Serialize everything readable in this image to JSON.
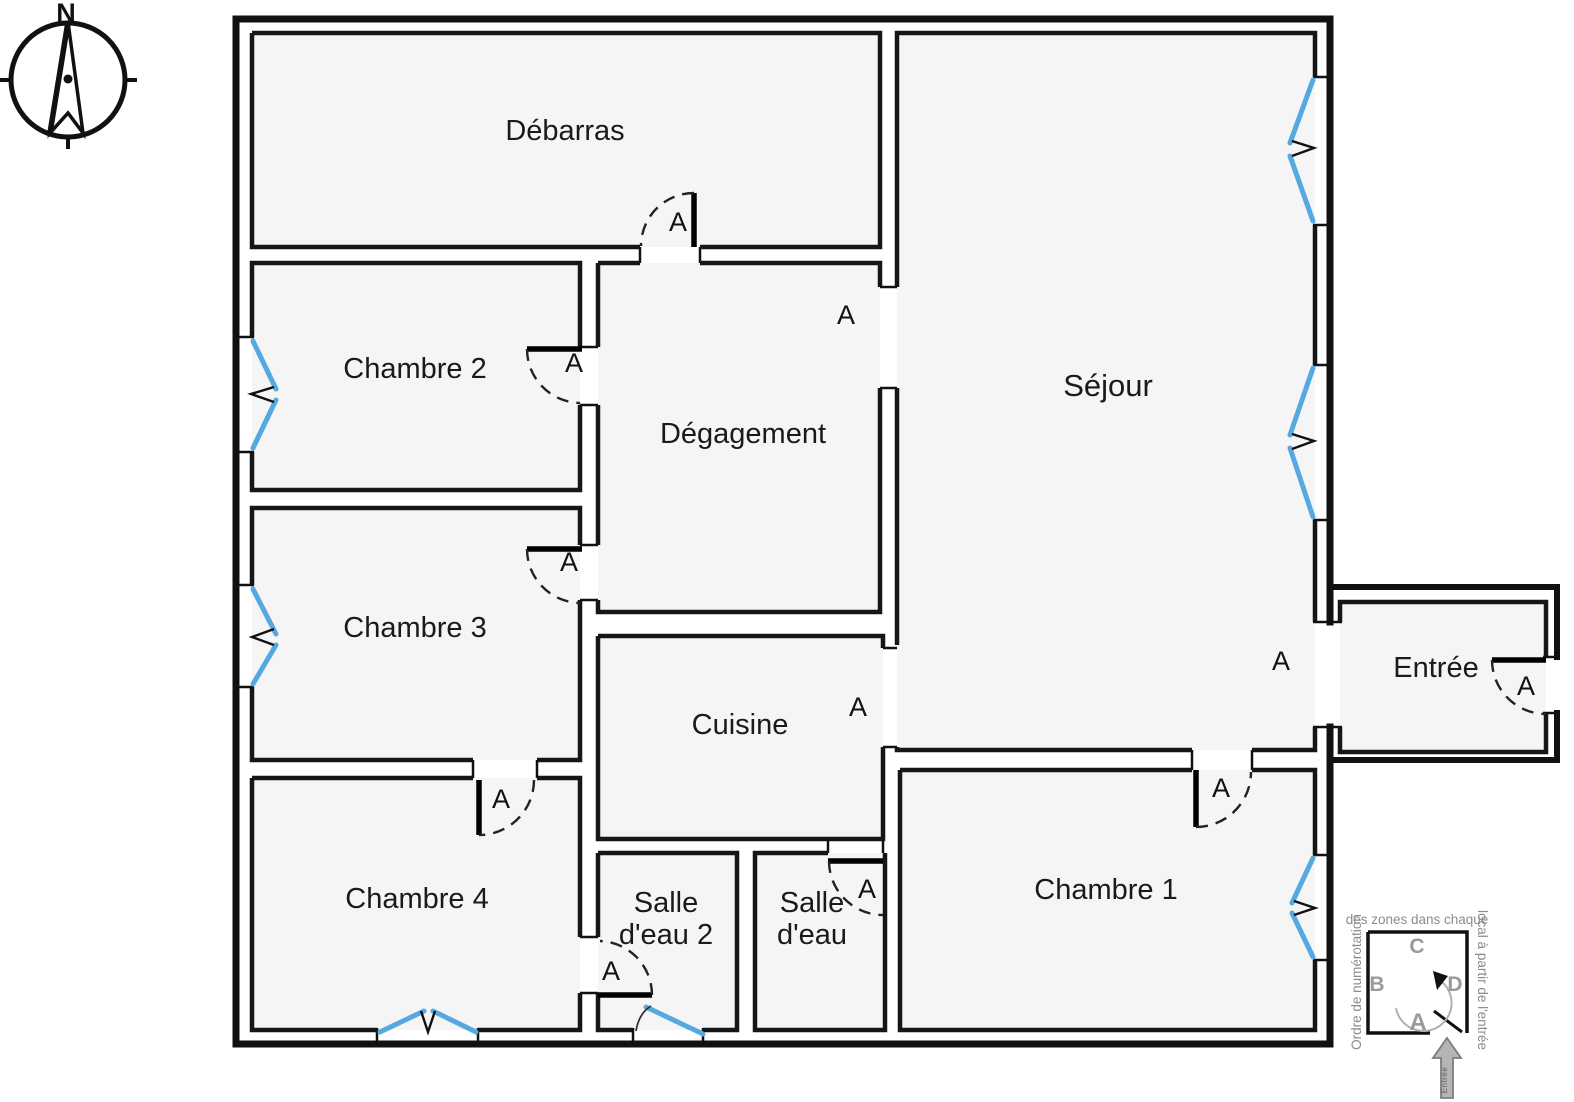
{
  "colors": {
    "wall": "#161616",
    "window": "#55a9e0",
    "room_fill": "#f5f5f5",
    "legend_gray": "#8c8c8c"
  },
  "compass": {
    "north_label": "N"
  },
  "zone_label": "A",
  "rooms": {
    "debarras": {
      "label": "Débarras"
    },
    "chambre2": {
      "label": "Chambre 2"
    },
    "chambre3": {
      "label": "Chambre 3"
    },
    "chambre4": {
      "label": "Chambre 4"
    },
    "degagement": {
      "label": "Dégagement"
    },
    "cuisine": {
      "label": "Cuisine"
    },
    "salle_deau_2": {
      "line1": "Salle",
      "line2": "d'eau 2"
    },
    "salle_deau": {
      "line1": "Salle",
      "line2": "d'eau"
    },
    "chambre1": {
      "label": "Chambre 1"
    },
    "sejour": {
      "label": "Séjour"
    },
    "entree": {
      "label": "Entrée"
    }
  },
  "legend": {
    "caption_left": "Ordre de numérotation",
    "caption_top": "des zones dans chaque",
    "caption_right": "local à partir de l'entrée",
    "letter_a": "A",
    "letter_b": "B",
    "letter_c": "C",
    "letter_d": "D",
    "entry_arrow_label": "Entrée"
  }
}
